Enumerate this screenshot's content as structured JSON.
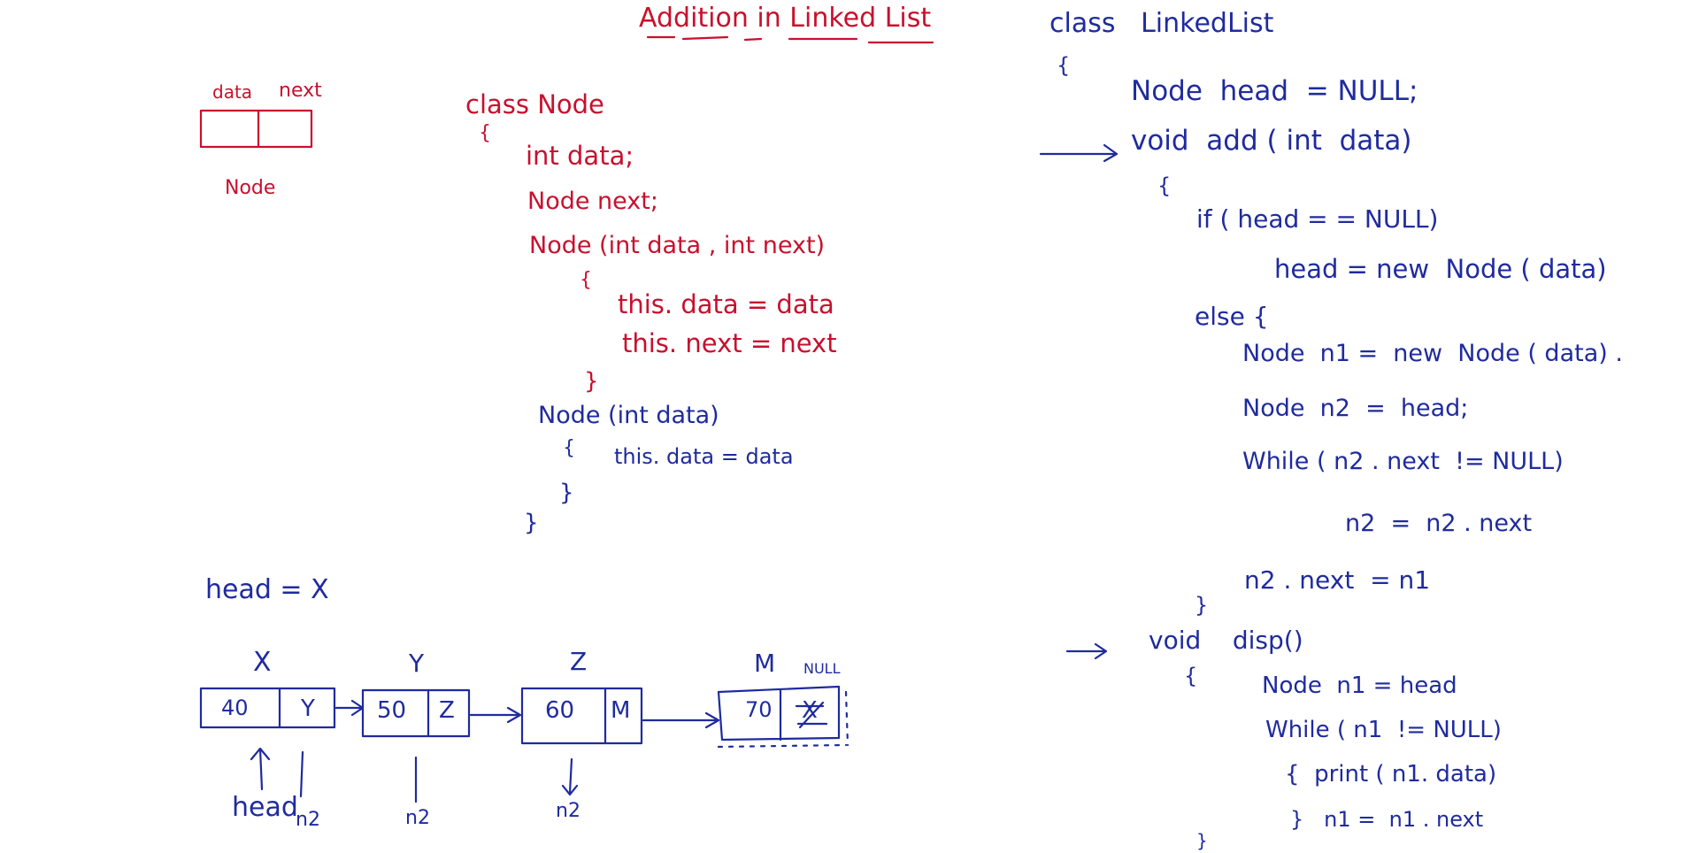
{
  "title": "Addition in Linked List",
  "colors": {
    "red_ink": "#c8102e",
    "blue_ink": "#1f2b9e",
    "background": "#ffffff"
  },
  "node_sketch": {
    "data_label": "data",
    "next_label": "next",
    "caption": "Node"
  },
  "node_class": {
    "lines": [
      "class Node",
      "{",
      "int data;",
      "Node next;",
      "Node (int data , int next)",
      "{",
      "this. data = data",
      "this. next = next",
      "}",
      "Node (int data)",
      "{",
      "this. data = data",
      "}",
      "}"
    ]
  },
  "linkedlist_class": {
    "lines": [
      "class   LinkedList",
      "{",
      "Node  head  = NULL;",
      "void  add ( int  data)",
      "{",
      "if ( head = = NULL)",
      "head = new  Node ( data)",
      "else {",
      "Node  n1 =  new  Node ( data) .",
      "Node  n2  =  head;",
      "While ( n2 . next  != NULL)",
      "n2  =  n2 . next",
      "n2 . next  = n1",
      "}",
      "void    disp()",
      "{",
      "Node  n1 = head",
      "While ( n1  != NULL)",
      "{  print ( n1. data)",
      "}   n1 =  n1 . next",
      "}"
    ]
  },
  "diagram": {
    "head_assign": "head = X",
    "nodes": [
      {
        "addr": "X",
        "data": "40",
        "next": "Y"
      },
      {
        "addr": "Y",
        "data": "50",
        "next": "Z"
      },
      {
        "addr": "Z",
        "data": "60",
        "next": "M"
      },
      {
        "addr": "M",
        "data": "70",
        "next": "X",
        "null_label": "NULL"
      }
    ],
    "pointer_labels": {
      "head": "head",
      "n2_a": "n2",
      "n2_b": "n2",
      "n2_c": "n2"
    }
  }
}
